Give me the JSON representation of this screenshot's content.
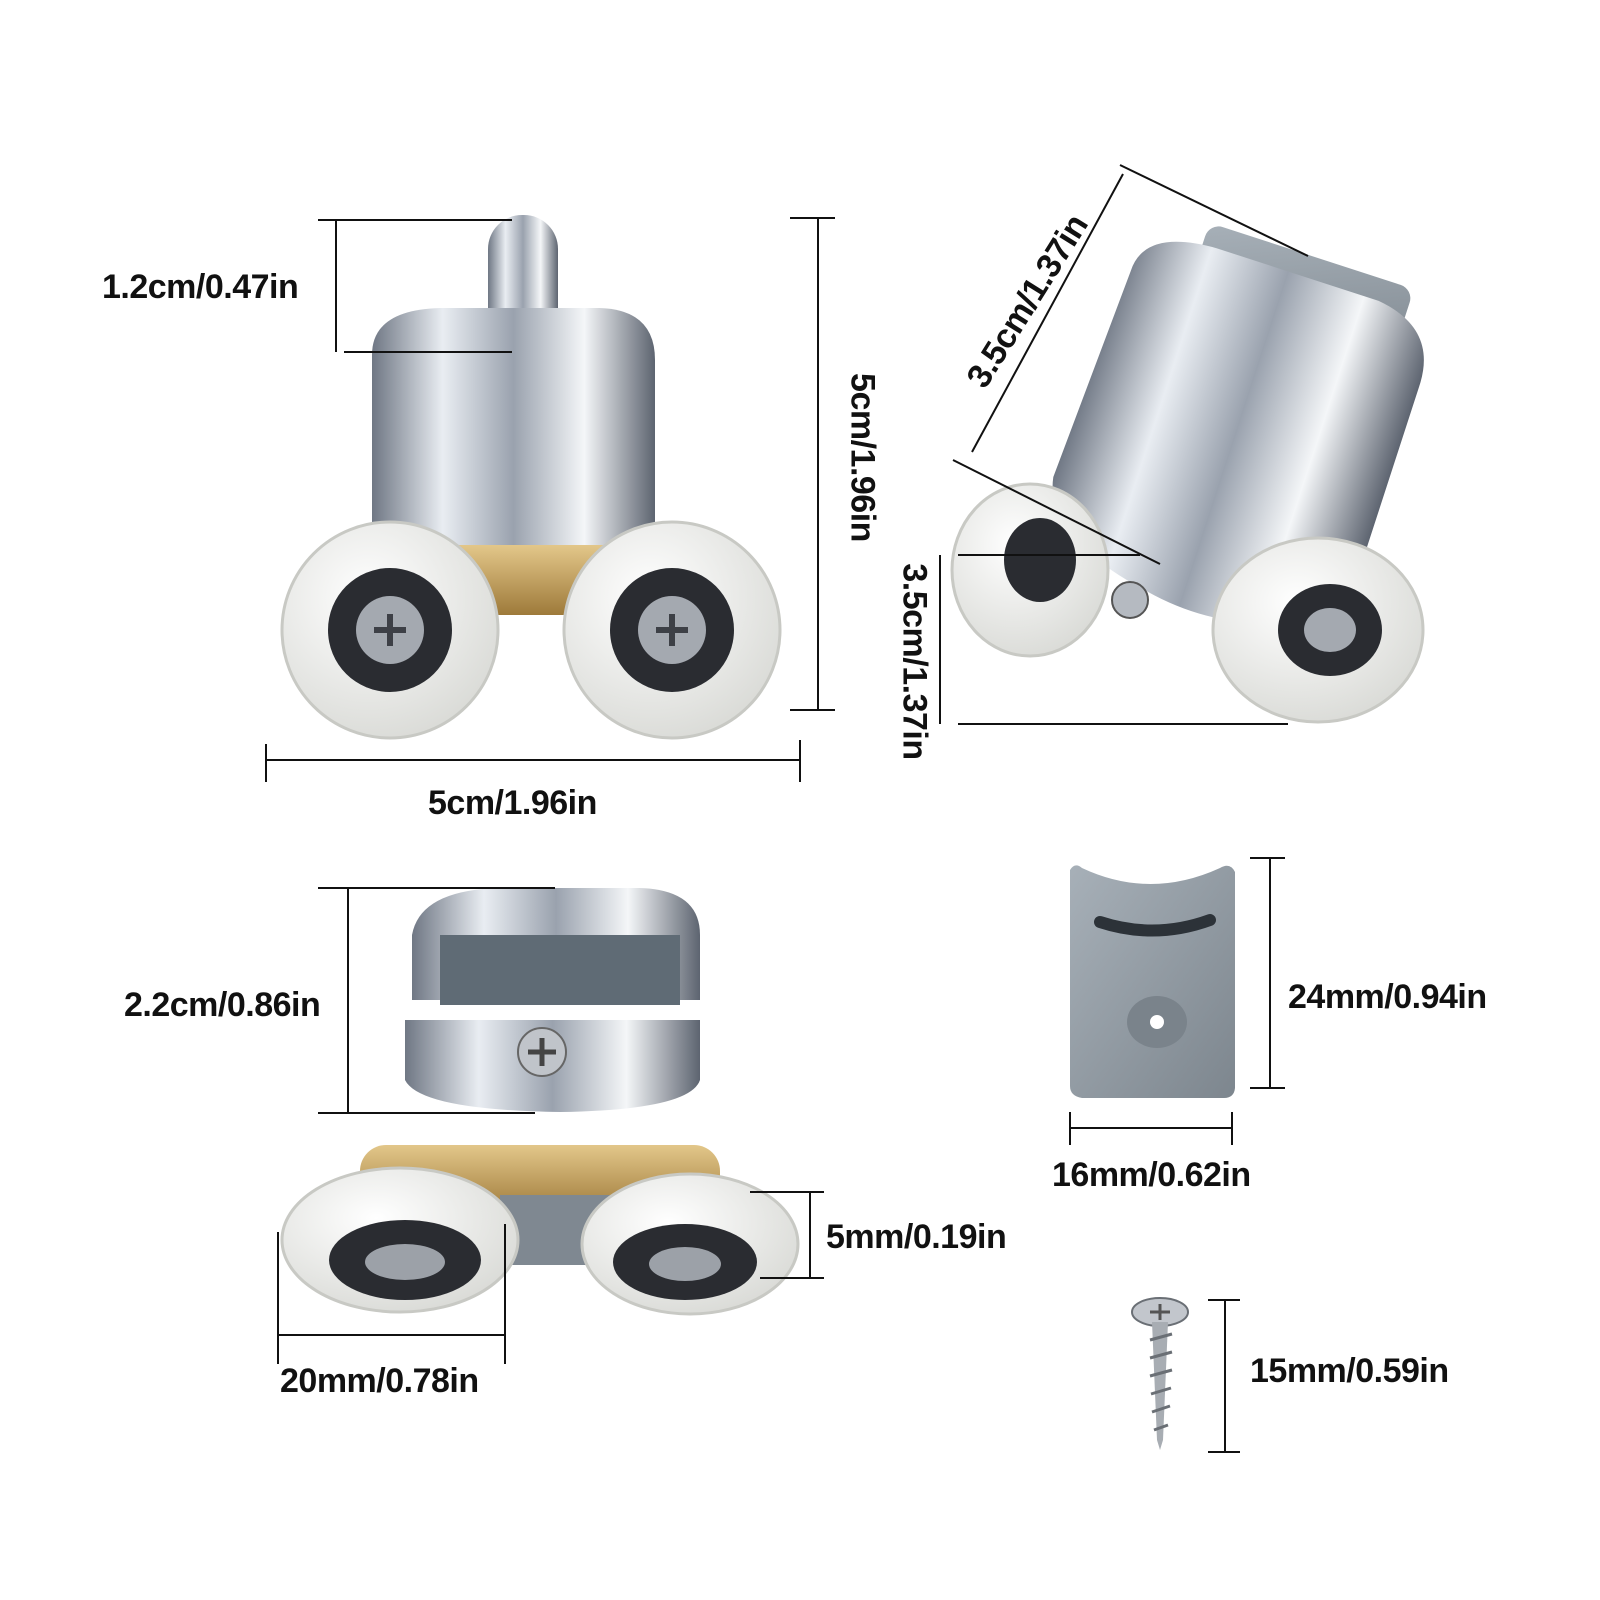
{
  "dimensions": {
    "pin_height": "1.2cm/0.47in",
    "total_height": "5cm/1.96in",
    "total_width": "5cm/1.96in",
    "top_diagonal": "3.5cm/1.37in",
    "side_height": "3.5cm/1.37in",
    "clamp_height": "2.2cm/0.86in",
    "wheel_width": "5mm/0.19in",
    "wheel_diameter": "20mm/0.78in",
    "pad_height": "24mm/0.94in",
    "pad_width": "16mm/0.62in",
    "screw_length": "15mm/0.59in"
  },
  "colors": {
    "chrome": "#c9ced6",
    "chrome_dark": "#5b6270",
    "wheel": "#f3f3f1",
    "bearing": "#2a2c31",
    "brass": "#c9a45c",
    "pad": "#8e979f",
    "line": "#111111"
  }
}
